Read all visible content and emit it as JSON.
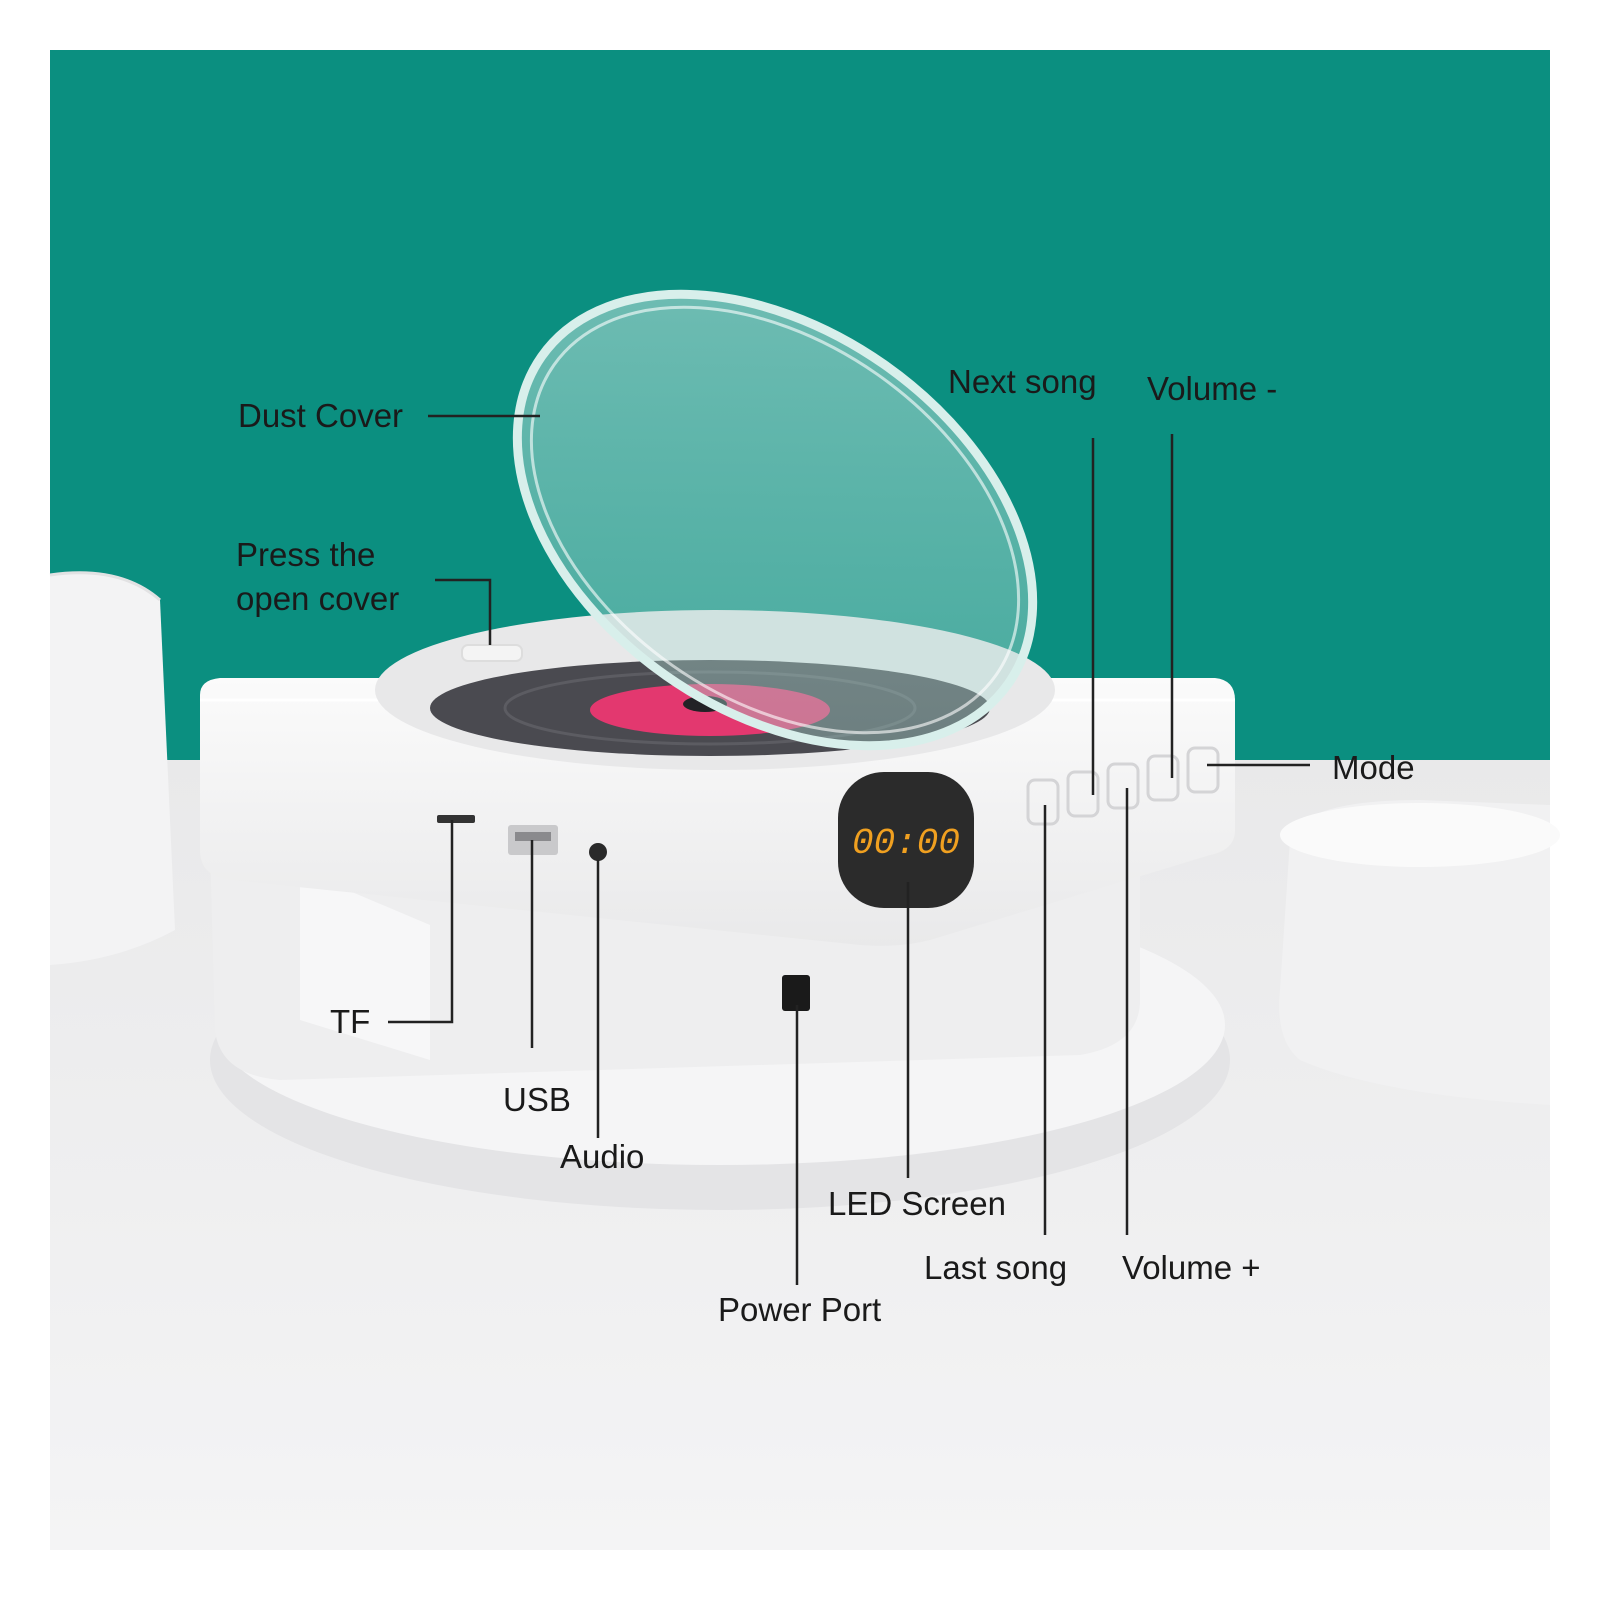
{
  "display": {
    "time": "00:00"
  },
  "callouts": {
    "dust_cover": "Dust Cover",
    "press_open": "Press the\nopen cover",
    "next_song": "Next song",
    "volume_minus": "Volume -",
    "mode": "Mode",
    "tf": "TF",
    "usb": "USB",
    "audio": "Audio",
    "led_screen": "LED Screen",
    "last_song": "Last song",
    "volume_plus": "Volume +",
    "power_port": "Power Port"
  },
  "colors": {
    "backdrop_teal": "#0b8f80",
    "device_white": "#f7f7f7",
    "disc_dark": "#4a4a50",
    "disc_label": "#e3386f",
    "led_orange": "#f0a020",
    "leader_line": "#222222"
  }
}
